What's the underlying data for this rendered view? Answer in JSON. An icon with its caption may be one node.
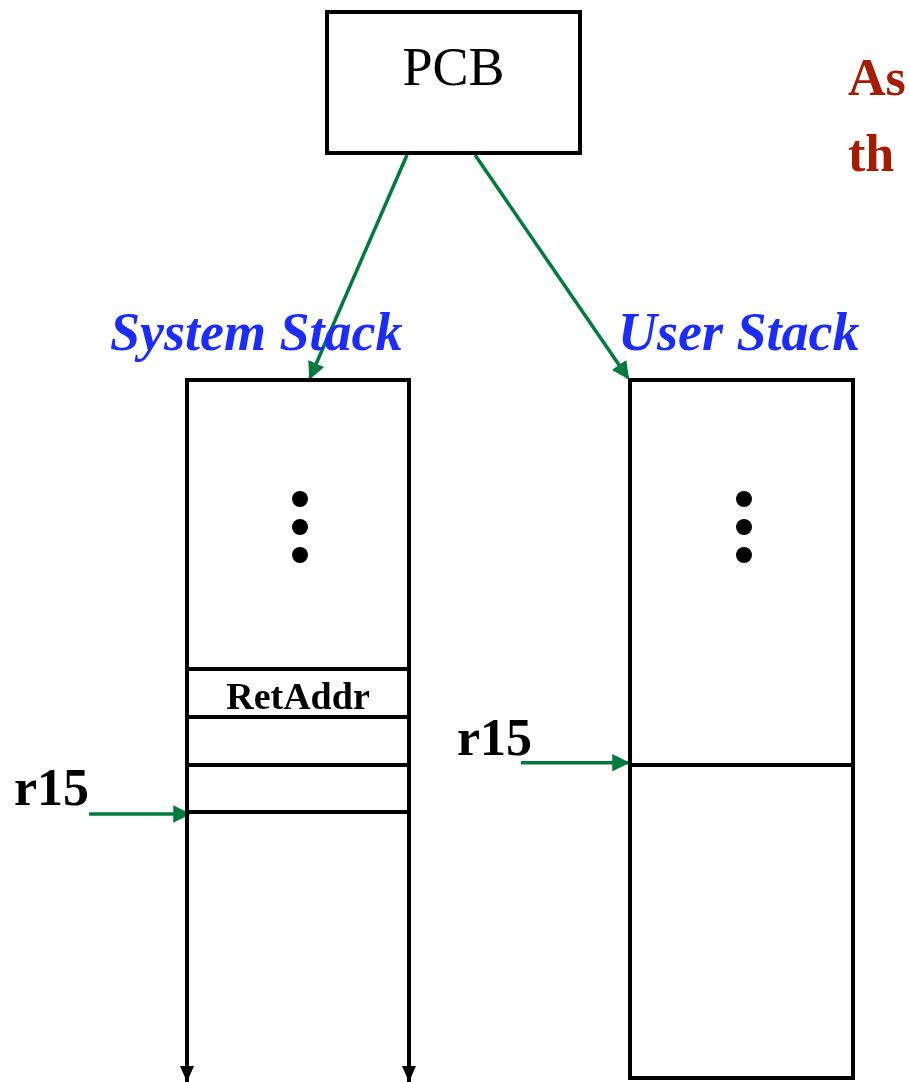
{
  "diagram": {
    "nodes": [
      {
        "text": [
          "PCB"
        ]
      },
      {
        "text": [
          "System Stack"
        ]
      },
      {
        "text": [
          "RetAddr"
        ],
        "in": 1
      },
      {
        "text": [],
        "shape": "box",
        "in": 1
      },
      {
        "text": [],
        "shape": "box",
        "in": 1
      },
      {
        "text": [
          "User Stack"
        ]
      },
      {
        "text": [
          "r15"
        ]
      },
      {
        "text": [
          "r15"
        ]
      }
    ],
    "edges": [
      {
        "from": 0,
        "to": 1,
        "arrow": "to"
      },
      {
        "from": 0,
        "to": 5,
        "arrow": "to"
      },
      {
        "from": 6,
        "to": 4,
        "arrow": "to"
      },
      {
        "from": 7,
        "to": 5,
        "arrow": "to"
      }
    ],
    "labels": [
      "As",
      "th"
    ]
  }
}
